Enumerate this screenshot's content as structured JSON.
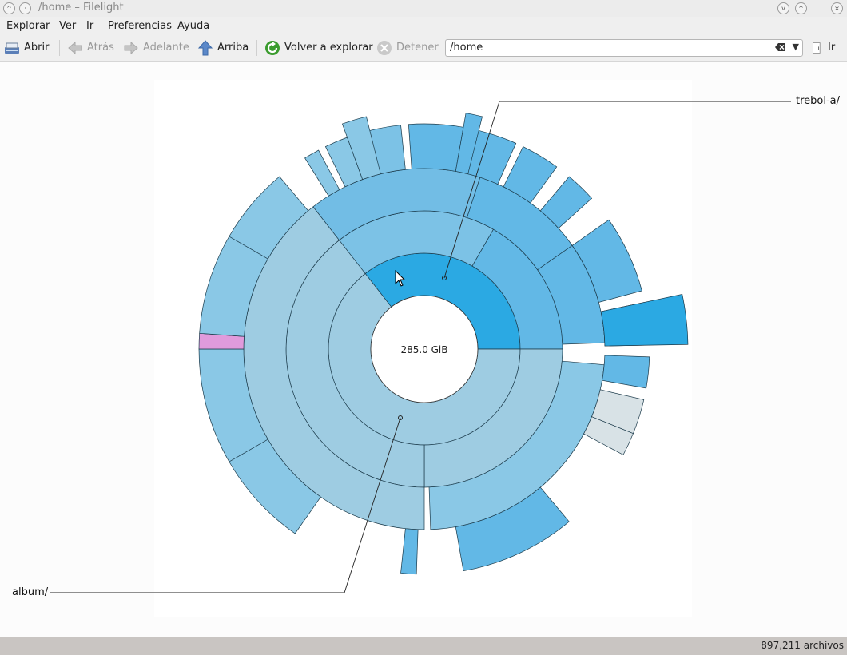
{
  "window": {
    "title": "/home – Filelight"
  },
  "menu": {
    "items": [
      "Explorar",
      "Ver",
      "Ir",
      "Preferencias",
      "Ayuda"
    ]
  },
  "toolbar": {
    "open": "Abrir",
    "back": "Atrás",
    "forward": "Adelante",
    "up": "Arriba",
    "rescan": "Volver a explorar",
    "stop": "Detener",
    "go": "Ir"
  },
  "url": {
    "value": "/home"
  },
  "chart": {
    "center_text": "285.0 GiB",
    "label_top": "trebol-a/",
    "label_bottom": "album/"
  },
  "status": {
    "files": "897,211 archivos"
  },
  "colors": {
    "selected": "#2ba9e3",
    "ring_blue": "#62b8e6",
    "ring_pale": "#9ecce2",
    "pink": "#e09bdc",
    "grey": "#d8e2e6"
  }
}
